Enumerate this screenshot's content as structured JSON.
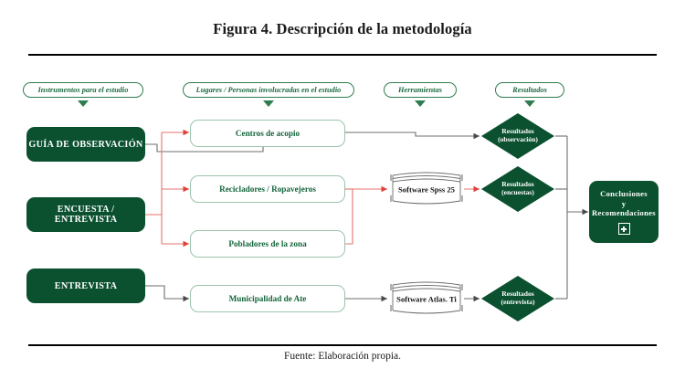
{
  "figure": {
    "title": "Figura 4. Descripción de la metodología",
    "footer": "Fuente: Elaboración propia."
  },
  "colors": {
    "green_fill": "#0b5130",
    "green_text": "#14663c",
    "pill_border": "#2f7d4f",
    "red_connector": "#e8736f",
    "gray_connector": "#6f6f6f",
    "white_box_border": "#9cc3ab"
  },
  "columns": [
    {
      "label": "Instrumentos para el estudio"
    },
    {
      "label": "Lugares / Personas involucradas en el estudio"
    },
    {
      "label": "Herramientas"
    },
    {
      "label": "Resultados"
    }
  ],
  "instruments": [
    {
      "label": "GUÍA DE OBSERVACIÓN"
    },
    {
      "label": "ENCUESTA / ENTREVISTA"
    },
    {
      "label": "ENTREVISTA"
    }
  ],
  "places": [
    {
      "label": "Centros de acopio"
    },
    {
      "label": "Recicladores / Ropavejeros"
    },
    {
      "label": "Pobladores de la zona"
    },
    {
      "label": "Municipalidad de Ate"
    }
  ],
  "tools": [
    {
      "label": "Software Spss 25"
    },
    {
      "label": "Software Atlas. Ti"
    }
  ],
  "results": [
    {
      "line1": "Resultados",
      "line2": "(observación)"
    },
    {
      "line1": "Resultados",
      "line2": "(encuestas)"
    },
    {
      "line1": "Resultados",
      "line2": "(entrevista)"
    }
  ],
  "conclusion": {
    "line1": "Conclusiones",
    "line2": "y",
    "line3": "Recomendaciones",
    "icon": "plus-icon"
  }
}
